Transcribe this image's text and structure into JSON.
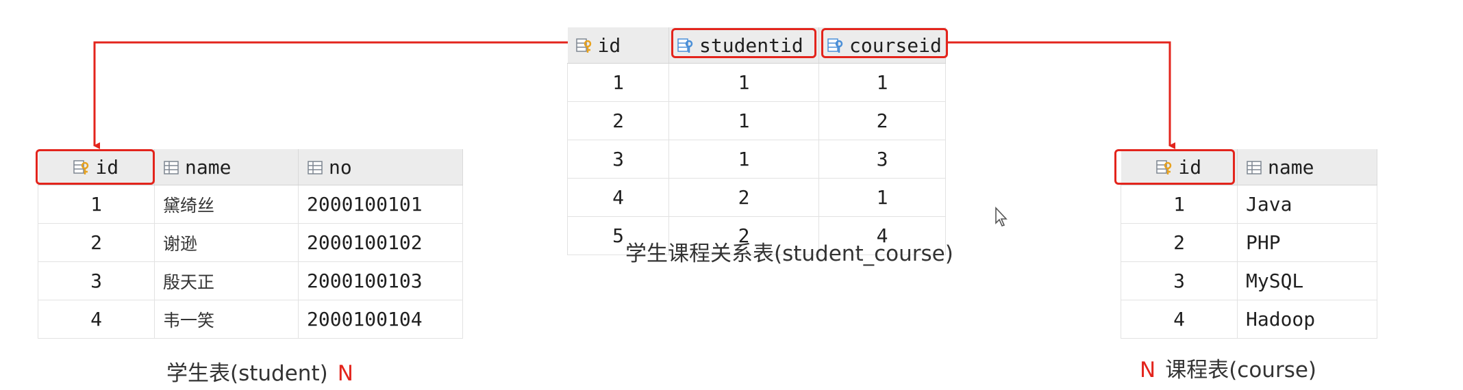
{
  "student_course_table": {
    "columns": [
      {
        "label": "id",
        "icon": "primary-key-icon"
      },
      {
        "label": "studentid",
        "icon": "foreign-key-icon"
      },
      {
        "label": "courseid",
        "icon": "foreign-key-icon"
      }
    ],
    "rows": [
      {
        "id": "1",
        "studentid": "1",
        "courseid": "1"
      },
      {
        "id": "2",
        "studentid": "1",
        "courseid": "2"
      },
      {
        "id": "3",
        "studentid": "1",
        "courseid": "3"
      },
      {
        "id": "4",
        "studentid": "2",
        "courseid": "1"
      },
      {
        "id": "5",
        "studentid": "2",
        "courseid": "4"
      }
    ],
    "caption": "学生课程关系表(student_course)"
  },
  "student_table": {
    "columns": [
      {
        "label": "id",
        "icon": "primary-key-icon"
      },
      {
        "label": "name",
        "icon": "column-icon"
      },
      {
        "label": "no",
        "icon": "column-icon"
      }
    ],
    "rows": [
      {
        "id": "1",
        "name": "黛绮丝",
        "no": "2000100101"
      },
      {
        "id": "2",
        "name": "谢逊",
        "no": "2000100102"
      },
      {
        "id": "3",
        "name": "殷天正",
        "no": "2000100103"
      },
      {
        "id": "4",
        "name": "韦一笑",
        "no": "2000100104"
      }
    ],
    "caption": "学生表(student)",
    "cardinality": "N"
  },
  "course_table": {
    "columns": [
      {
        "label": "id",
        "icon": "primary-key-icon"
      },
      {
        "label": "name",
        "icon": "column-icon"
      }
    ],
    "rows": [
      {
        "id": "1",
        "name": "Java"
      },
      {
        "id": "2",
        "name": "PHP"
      },
      {
        "id": "3",
        "name": "MySQL"
      },
      {
        "id": "4",
        "name": "Hadoop"
      }
    ],
    "caption": "课程表(course)",
    "cardinality": "N"
  },
  "colors": {
    "highlight": "#e3241c",
    "header_bg": "#ececec",
    "key_icon": "#e8a21e",
    "fk_icon": "#4a8fd8"
  }
}
